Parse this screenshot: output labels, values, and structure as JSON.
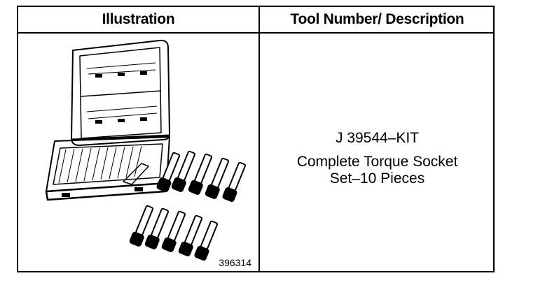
{
  "table": {
    "header_illustration": "Illustration",
    "header_description": "Tool Number/ Description"
  },
  "illustration": {
    "subject_icon": "torque-socket-set-case-icon",
    "figure_number": "396314"
  },
  "tool": {
    "number": "J 39544–KIT",
    "description_line1": "Complete Torque Socket",
    "description_line2": "Set–10 Pieces"
  }
}
